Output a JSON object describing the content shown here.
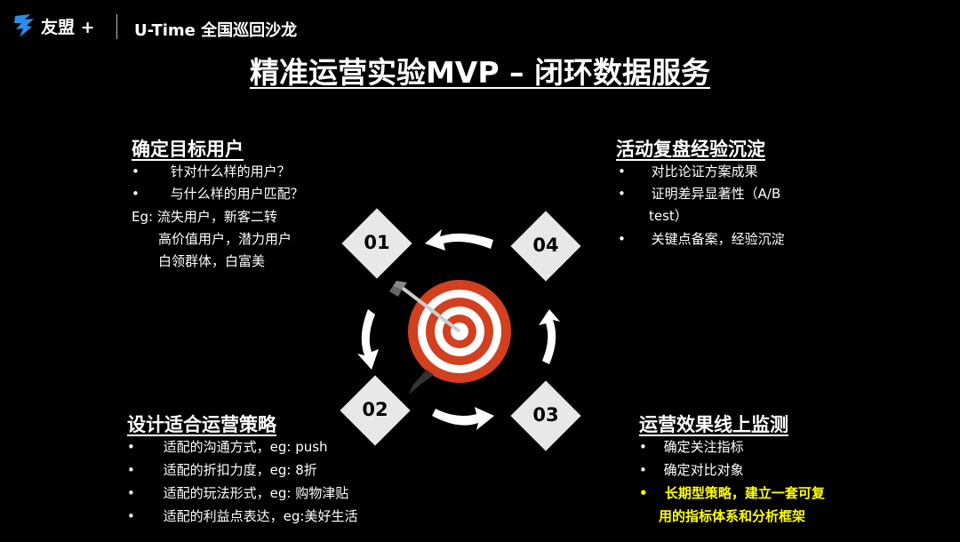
{
  "header": {
    "logo_text": "友盟 +",
    "event_name": "U-Time 全国巡回沙龙"
  },
  "title": "精准运营实验MVP – 闭环数据服务",
  "quadrants": {
    "q1": {
      "title": "确定目标用户",
      "bullets": [
        "针对什么样的用户？",
        "与什么样的用户匹配？"
      ],
      "eg_line1": "Eg: 流失用户，新客二转",
      "eg_line2": "高价值用户，潜力用户",
      "eg_line3": "白领群体，白富美"
    },
    "q2": {
      "title": "设计适合运营策略",
      "bullets": [
        "适配的沟通方式，eg: push",
        "适配的折扣力度，eg: 8折",
        "适配的玩法形式，eg: 购物津贴",
        "适配的利益点表达，eg:美好生活"
      ]
    },
    "q3": {
      "title": "运营效果线上监测",
      "bullets": [
        "确定关注指标",
        "确定对比对象"
      ],
      "highlight_line1": "长期型策略，建立一套可复",
      "highlight_line2": "用的指标体系和分析框架"
    },
    "q4": {
      "title": "活动复盘经验沉淀",
      "bullets": [
        "对比论证方案成果",
        "证明差异显著性（A/B",
        "关键点备案，经验沉淀"
      ],
      "wrap": "test）"
    }
  },
  "steps": [
    "01",
    "02",
    "03",
    "04"
  ],
  "bullet_char": "•",
  "colors": {
    "background": "#000000",
    "text": "#ffffff",
    "highlight": "#ffff00",
    "target_red": "#d2401f",
    "diamond": "#e8e8e8"
  }
}
